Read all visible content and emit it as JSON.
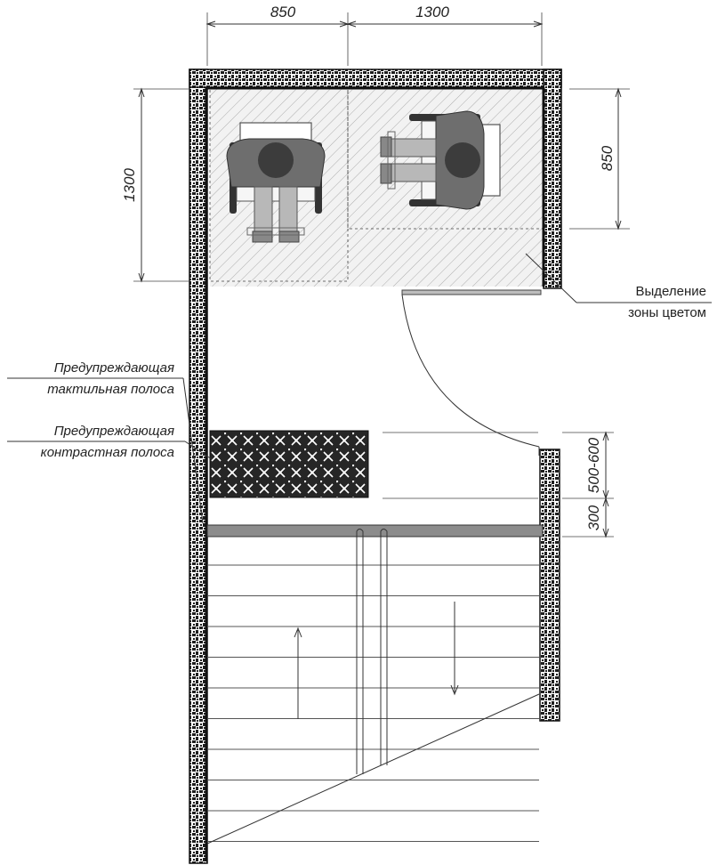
{
  "dimensions": {
    "width_left": "850",
    "width_right": "1300",
    "height_left": "1300",
    "height_right": "850",
    "warning_band": "500-600",
    "step_offset": "300"
  },
  "labels": {
    "color_zone_line1": "Выделение",
    "color_zone_line2": "зоны цветом",
    "tactile_line1": "Предупреждающая",
    "tactile_line2": "тактильная полоса",
    "contrast_line1": "Предупреждающая",
    "contrast_line2": "контрастная полоса"
  },
  "colors": {
    "wall": "#2b2b2b",
    "zone_fill": "#ececec",
    "contrast_strip": "#8c8c8c",
    "tactile_dark": "#262626"
  }
}
